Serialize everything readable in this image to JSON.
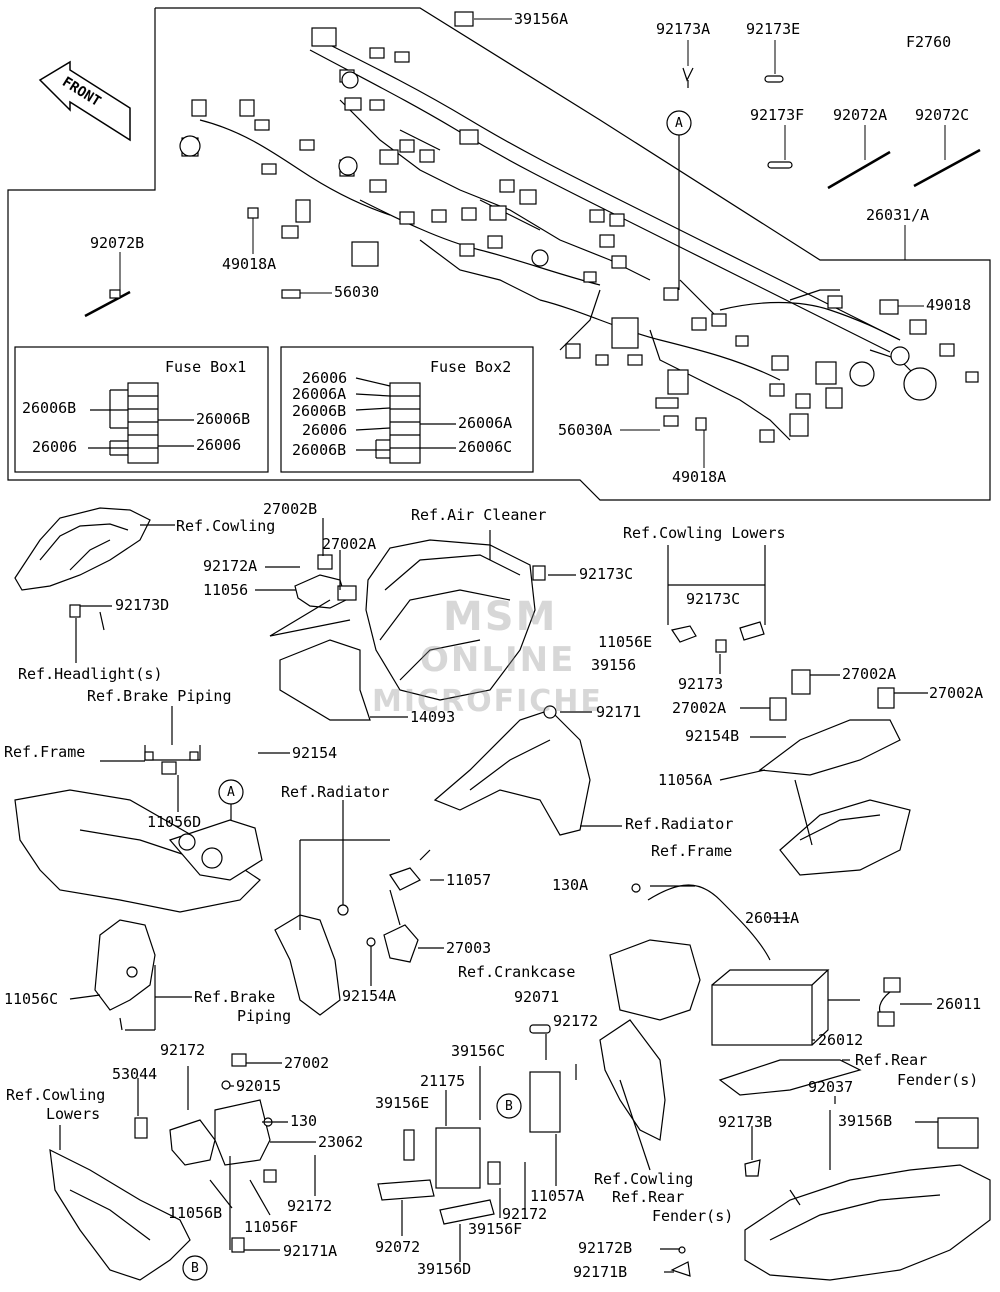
{
  "figure_code": "F2760",
  "front_arrow": "FRONT",
  "watermark": {
    "line1": "MSM",
    "line2": "ONLINE",
    "line3": "MICROFICHE"
  },
  "callout_a": "A",
  "callout_b": "B",
  "fuse_box1": {
    "title": "Fuse Box1",
    "left": [
      "26006B",
      "26006"
    ],
    "right": [
      "26006B",
      "26006"
    ]
  },
  "fuse_box2": {
    "title": "Fuse Box2",
    "left": [
      "26006",
      "26006A",
      "26006B",
      "26006",
      "26006B"
    ],
    "right": [
      "26006A",
      "26006C"
    ]
  },
  "parts": {
    "p39156A": "39156A",
    "p92173A": "92173A",
    "p92173E": "92173E",
    "p92173F": "92173F",
    "p92072A": "92072A",
    "p92072C": "92072C",
    "p26031A": "26031/A",
    "p92072B": "92072B",
    "p49018A_top": "49018A",
    "p56030": "56030",
    "p49018": "49018",
    "p56030A": "56030A",
    "p49018A_mid": "49018A",
    "p27002B": "27002B",
    "p27002A_left": "27002A",
    "p92172A": "92172A",
    "p11056": "11056",
    "p92173D": "92173D",
    "p92173C_top": "92173C",
    "p11056E": "11056E",
    "p39156": "39156",
    "p14093": "14093",
    "p92171": "92171",
    "p92173C_right": "92173C",
    "p92173": "92173",
    "p27002A_r1": "27002A",
    "p27002A_r2": "27002A",
    "p27002A_r3": "27002A",
    "p92154B": "92154B",
    "p11056A": "11056A",
    "p92154": "92154",
    "p11056D": "11056D",
    "p11057": "11057",
    "p27003": "27003",
    "p92154A": "92154A",
    "p11056C": "11056C",
    "p130A": "130A",
    "p26011A": "26011A",
    "p26011": "26011",
    "p26012": "26012",
    "p92071": "92071",
    "p92172_mid": "92172",
    "p39156C": "39156C",
    "p21175": "21175",
    "p39156E": "39156E",
    "p92172_left": "92172",
    "p27002": "27002",
    "p53044": "53044",
    "p92015": "92015",
    "p130": "130",
    "p23062": "23062",
    "p92172_bl": "92172",
    "p11056B": "11056B",
    "p11056F": "11056F",
    "p92171A": "92171A",
    "p11057A": "11057A",
    "p92172_bm": "92172",
    "p39156F": "39156F",
    "p92072": "92072",
    "p39156D": "39156D",
    "p92037": "92037",
    "p39156B": "39156B",
    "p92173B": "92173B",
    "p92172B": "92172B",
    "p92171B": "92171B"
  },
  "refs": {
    "cowling": "Ref.Cowling",
    "air_cleaner": "Ref.Air Cleaner",
    "cowling_lowers_top": "Ref.Cowling Lowers",
    "headlights": "Ref.Headlight(s)",
    "brake_piping_top": "Ref.Brake Piping",
    "frame_left": "Ref.Frame",
    "radiator_top": "Ref.Radiator",
    "radiator_right": "Ref.Radiator",
    "frame_right": "Ref.Frame",
    "brake_piping_bottom_1": "Ref.Brake",
    "brake_piping_bottom_2": "Piping",
    "crankcase": "Ref.Crankcase",
    "rear_fender_1": "Ref.Rear",
    "rear_fender_2": "Fender(s)",
    "cowling_lowers_left_1": "Ref.Cowling",
    "cowling_lowers_left_2": "Lowers",
    "cowling_bottom": "Ref.Cowling",
    "rear_fender_bottom_1": "Ref.Rear",
    "rear_fender_bottom_2": "Fender(s)"
  }
}
